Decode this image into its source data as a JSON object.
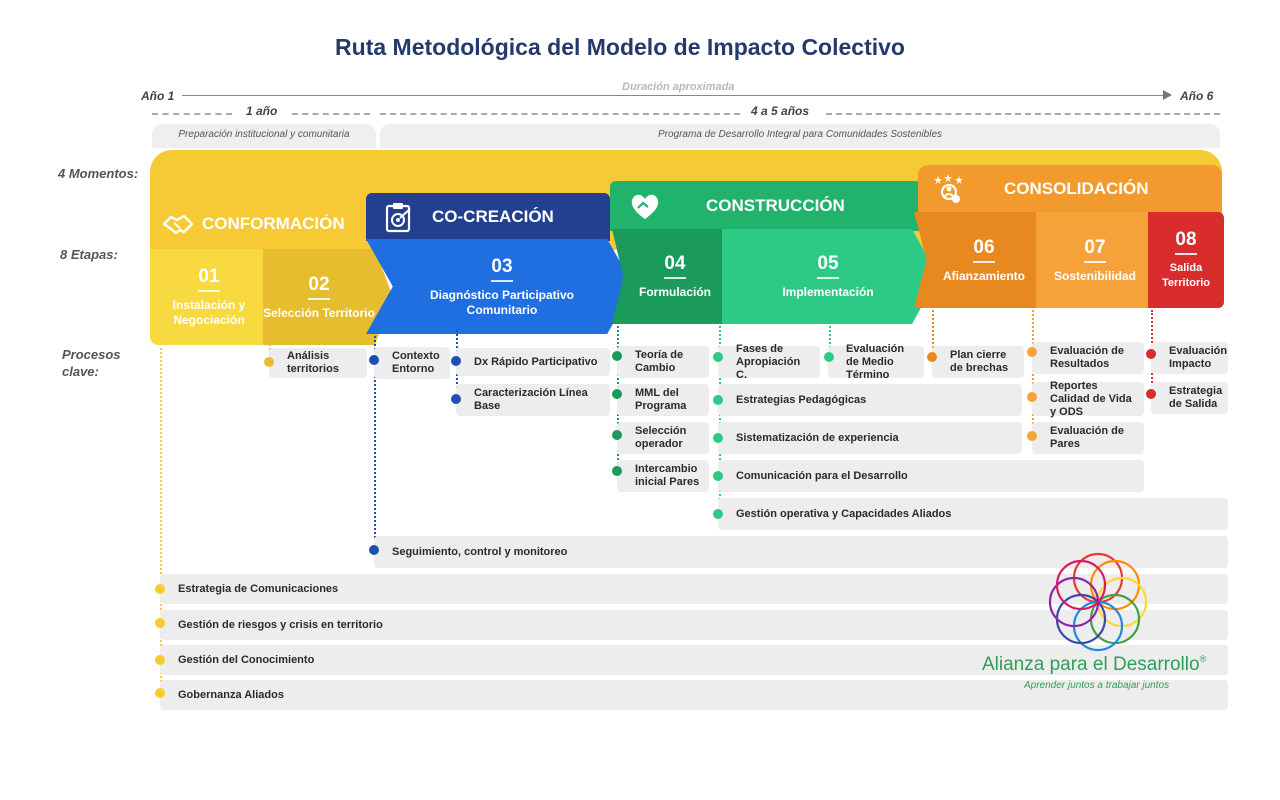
{
  "title": "Ruta Metodológica del Modelo de Impacto Colectivo",
  "timeline": {
    "start": "Año 1",
    "end": "Año 6",
    "duration": "Duración aproximada",
    "seg1": "1  año",
    "seg2": "4 a 5 años",
    "prep": "Preparación institucional y comunitaria",
    "program": "Programa de Desarrollo Integral para Comunidades Sostenibles"
  },
  "labels": {
    "momentos": "4 Momentos:",
    "etapas": "8 Etapas:",
    "procesos_1": "Procesos",
    "procesos_2": "clave:"
  },
  "momentos": {
    "conformacion": "CONFORMACIÓN",
    "cocreacion": "CO-CREACIÓN",
    "construccion": "CONSTRUCCIÓN",
    "consolidacion": "CONSOLIDACIÓN"
  },
  "etapas": [
    {
      "num": "01",
      "name": "Instalación y Negociación"
    },
    {
      "num": "02",
      "name": "Selección Territorio"
    },
    {
      "num": "03",
      "name": "Diagnóstico Participativo Comunitario"
    },
    {
      "num": "04",
      "name": "Formulación"
    },
    {
      "num": "05",
      "name": "Implementación"
    },
    {
      "num": "06",
      "name": "Afianzamiento"
    },
    {
      "num": "07",
      "name": "Sostenibilidad"
    },
    {
      "num": "08",
      "name": "Salida Territorio"
    }
  ],
  "procesos": {
    "analisis": "Análisis territorios",
    "contexto": "Contexto Entorno",
    "dx": "Dx Rápido Participativo",
    "caracterizacion": "Caracterización Línea Base",
    "teoria": "Teoría de Cambio",
    "mml": "MML del Programa",
    "seleccion_op": "Selección operador",
    "intercambio": "Intercambio inicial Pares",
    "fases": "Fases de Apropiación C.",
    "eval_medio": "Evaluación de Medio Término",
    "estrategias": "Estrategias Pedagógicas",
    "sistematizacion": "Sistematización de experiencia",
    "comunicacion": "Comunicación para el Desarrollo",
    "gestion_op": "Gestión operativa y Capacidades Aliados",
    "seguimiento": "Seguimiento, control y monitoreo",
    "plan_cierre": "Plan cierre de brechas",
    "eval_resultados": "Evaluación de Resultados",
    "reportes": "Reportes Calidad de Vida y ODS",
    "eval_pares": "Evaluación de Pares",
    "eval_impacto": "Evaluación Impacto",
    "estrategia_salida": "Estrategia de Salida",
    "estrategia_com": "Estrategia de Comunicaciones",
    "riesgos": "Gestión de riesgos y crisis en territorio",
    "conocimiento": "Gestión del Conocimiento",
    "gobernanza": "Gobernanza Aliados"
  },
  "brand": {
    "name": "Alianza para el Desarrollo",
    "reg": "®",
    "tagline": "Aprender juntos a trabajar juntos"
  },
  "colors": {
    "yellow": "#f7c934",
    "blue": "#1f5fd1",
    "green": "#1fb57a",
    "orange": "#f29a2e",
    "red": "#d92c2c"
  }
}
